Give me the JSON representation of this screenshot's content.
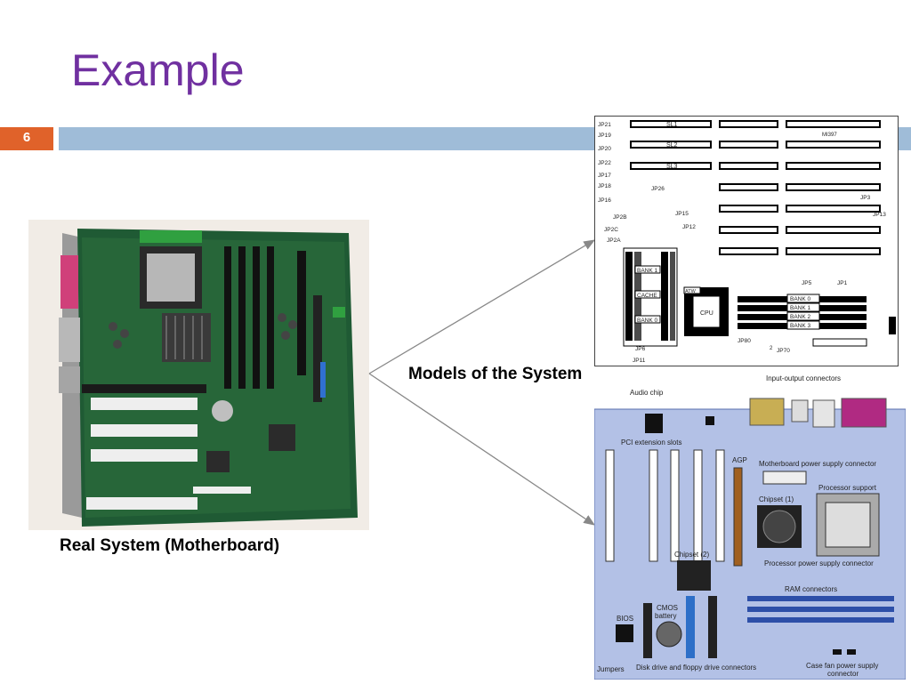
{
  "slide": {
    "title": "Example",
    "number": "6",
    "accent_color": "#e0622a",
    "band_color": "#9fbcd8",
    "title_color": "#7030a0"
  },
  "captions": {
    "real": "Real System (Motherboard)",
    "models": "Models of the System"
  },
  "schematic": {
    "slots": [
      "SL1",
      "SL2",
      "SL3"
    ],
    "label_m": "MI397",
    "jumpers": [
      "JP21",
      "JP19",
      "JP20",
      "JP22",
      "JP17",
      "JP18",
      "JP16",
      "JP26",
      "JP3",
      "JP13",
      "JP2B",
      "JP15",
      "JP12",
      "JP2C",
      "JP2A",
      "JP5",
      "JP1",
      "JP80",
      "JP70",
      "JP6",
      "JP11"
    ],
    "banks_left": [
      "BANK 1",
      "CACHE",
      "BANK 0"
    ],
    "banks_right": [
      "BANK 0",
      "BANK 1",
      "BANK 2",
      "BANK 3"
    ],
    "cpu": "CPU",
    "atw": "ATW",
    "digit": "2"
  },
  "diagram": {
    "labels": {
      "audio": "Audio chip",
      "io": "Input-output connectors",
      "pci": "PCI extension slots",
      "agp": "AGP",
      "mb_power": "Motherboard power supply connector",
      "chipset1": "Chipset (1)",
      "proc_support": "Processor support",
      "chipset2": "Chipset (2)",
      "proc_power": "Processor power supply connector",
      "ram": "RAM connectors",
      "cmos": "CMOS",
      "battery": "battery",
      "bios": "BIOS",
      "jumpers": "Jumpers",
      "disk": "Disk drive and floppy drive connectors",
      "fan1": "Case fan power supply",
      "fan2": "connector"
    },
    "board_color": "#b3c1e6"
  }
}
